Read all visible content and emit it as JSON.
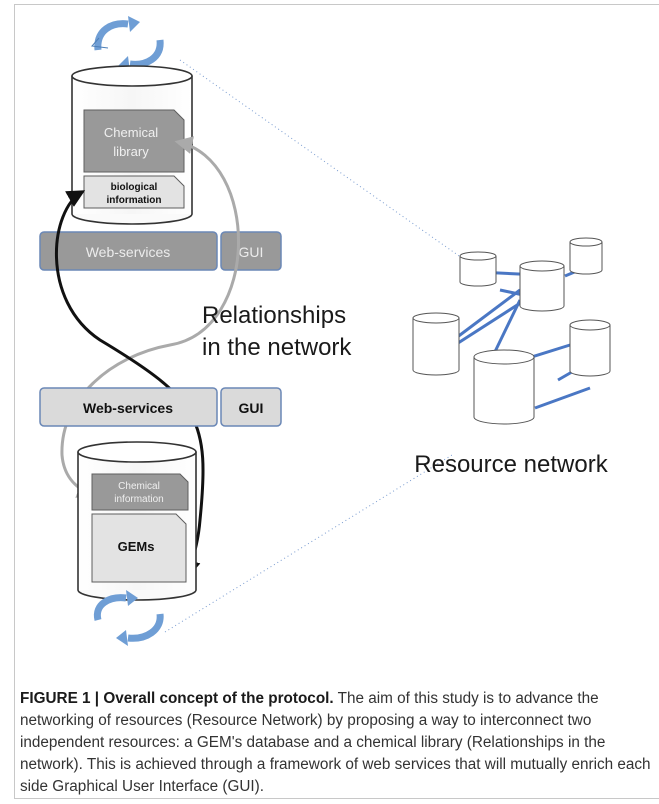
{
  "diagram": {
    "top_resource": {
      "box_chemical_library": "Chemical library",
      "box_biological_information": "biological information",
      "web_services": "Web-services",
      "gui": "GUI"
    },
    "relationships_label": "Relationships in the network",
    "bottom_resource": {
      "web_services": "Web-services",
      "gui": "GUI",
      "box_chemical_information": "Chemical information",
      "box_gems": "GEMs"
    },
    "resource_network_label": "Resource network"
  },
  "caption": {
    "figure_label": "FIGURE 1 |",
    "title": "Overall concept of the protocol.",
    "body": "The aim of this study is to advance the networking of resources (Resource Network) by proposing a way to interconnect two independent resources: a GEM's database and a chemical library (Relationships in the network). This is achieved through a framework of web services that will mutually enrich each side Graphical User Interface (GUI)."
  },
  "colors": {
    "frame": "#c8c8c8",
    "box_gray": "#999999",
    "box_light": "#e3e3e3",
    "bar_light": "#dadada",
    "bar_border": "#6a87b6",
    "network_line": "#4a77c4",
    "arrow_blue": "#6f9ed5"
  }
}
